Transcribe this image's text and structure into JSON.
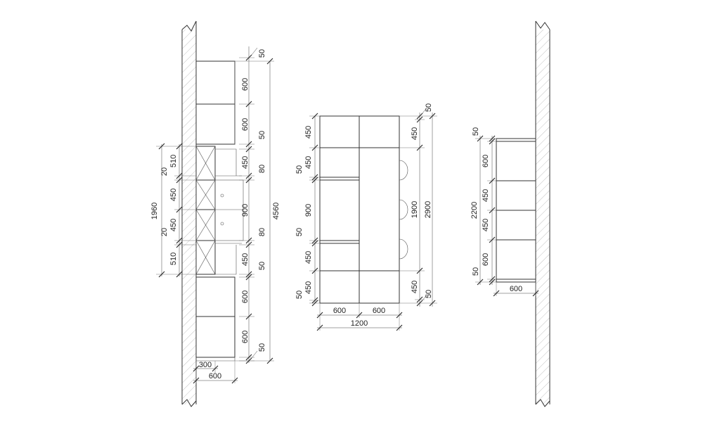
{
  "drawing": {
    "left_elevation": {
      "right_dims": [
        "50",
        "600",
        "600",
        "50",
        "450",
        "80",
        "900",
        "80",
        "450",
        "50",
        "600",
        "600",
        "50"
      ],
      "overall_right": "4560",
      "left_dims": [
        "510",
        "20",
        "450",
        "450",
        "20",
        "510"
      ],
      "overall_left": "1960",
      "bottom_dims": [
        "300",
        "600"
      ]
    },
    "center_elevation": {
      "left_dims": [
        "450",
        "450",
        "50",
        "900",
        "50",
        "450",
        "450",
        "50"
      ],
      "right_inner_dims": [
        "50",
        "450",
        "1900",
        "450",
        "50"
      ],
      "overall_right": "2900",
      "bottom_dims": [
        "600",
        "600"
      ],
      "overall_bottom": "1200"
    },
    "right_elevation": {
      "left_dims": [
        "50",
        "600",
        "450",
        "450",
        "600",
        "50"
      ],
      "overall_left": "2200",
      "bottom_dims": [
        "600"
      ]
    }
  }
}
